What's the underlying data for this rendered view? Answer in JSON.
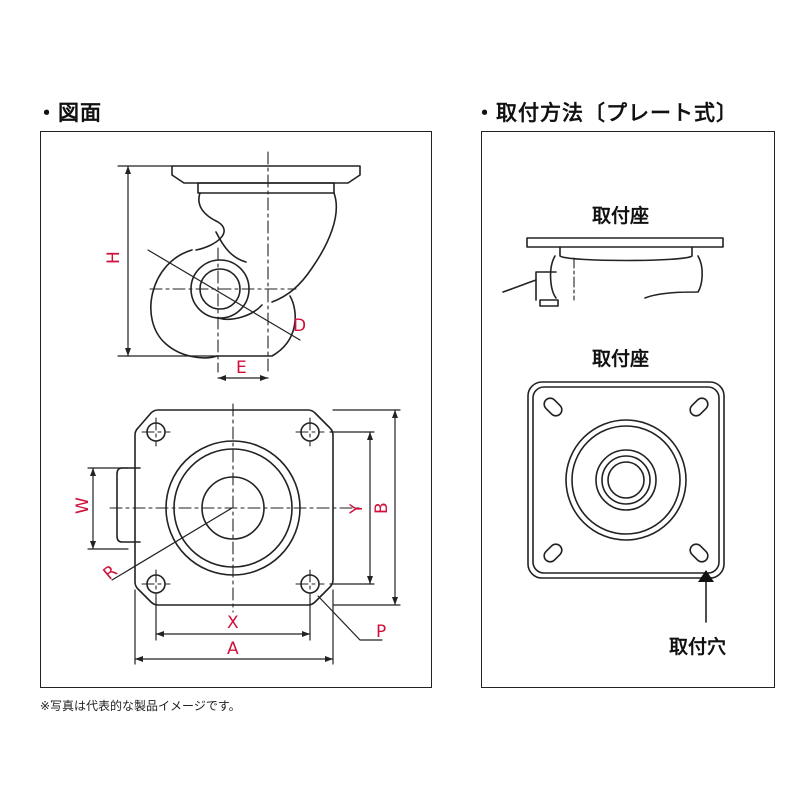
{
  "headings": {
    "drawing": "・図面",
    "mounting": "・取付方法〔プレート式〕"
  },
  "dimensions": {
    "H": "H",
    "D": "D",
    "E": "E",
    "W": "W",
    "R": "R",
    "X": "X",
    "Y": "Y",
    "A": "A",
    "B": "B",
    "P": "P"
  },
  "mounting_labels": {
    "seat_top": "取付座",
    "seat_plate": "取付座",
    "hole": "取付穴"
  },
  "footnote": "※写真は代表的な製品イメージです。",
  "colors": {
    "dimension_text": "#d0103a",
    "line": "#222222"
  }
}
